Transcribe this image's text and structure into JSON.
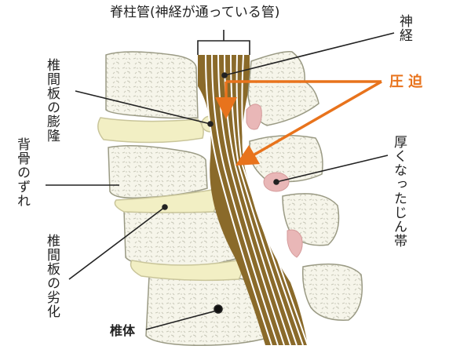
{
  "labels": {
    "spinal_canal": "脊柱管(神経が通っている管)",
    "nerve": "神経",
    "pressure": "圧 迫",
    "thickened_ligament": "厚くなったじん帯",
    "disc_herniation": "椎間板の膨隆",
    "vertebral_slip": "背骨のずれ",
    "disc_degeneration": "椎間板の劣化",
    "vertebral_body": "椎体"
  },
  "colors": {
    "bone": "#f6f5ea",
    "bone_outline": "#9a9a84",
    "disc": "#f2efc4",
    "canal": "#8a6a2a",
    "nerve": "#ffffff",
    "ligament": "#e9b7b7",
    "pressure_arrow": "#e8731c",
    "leader_line": "#222222"
  }
}
